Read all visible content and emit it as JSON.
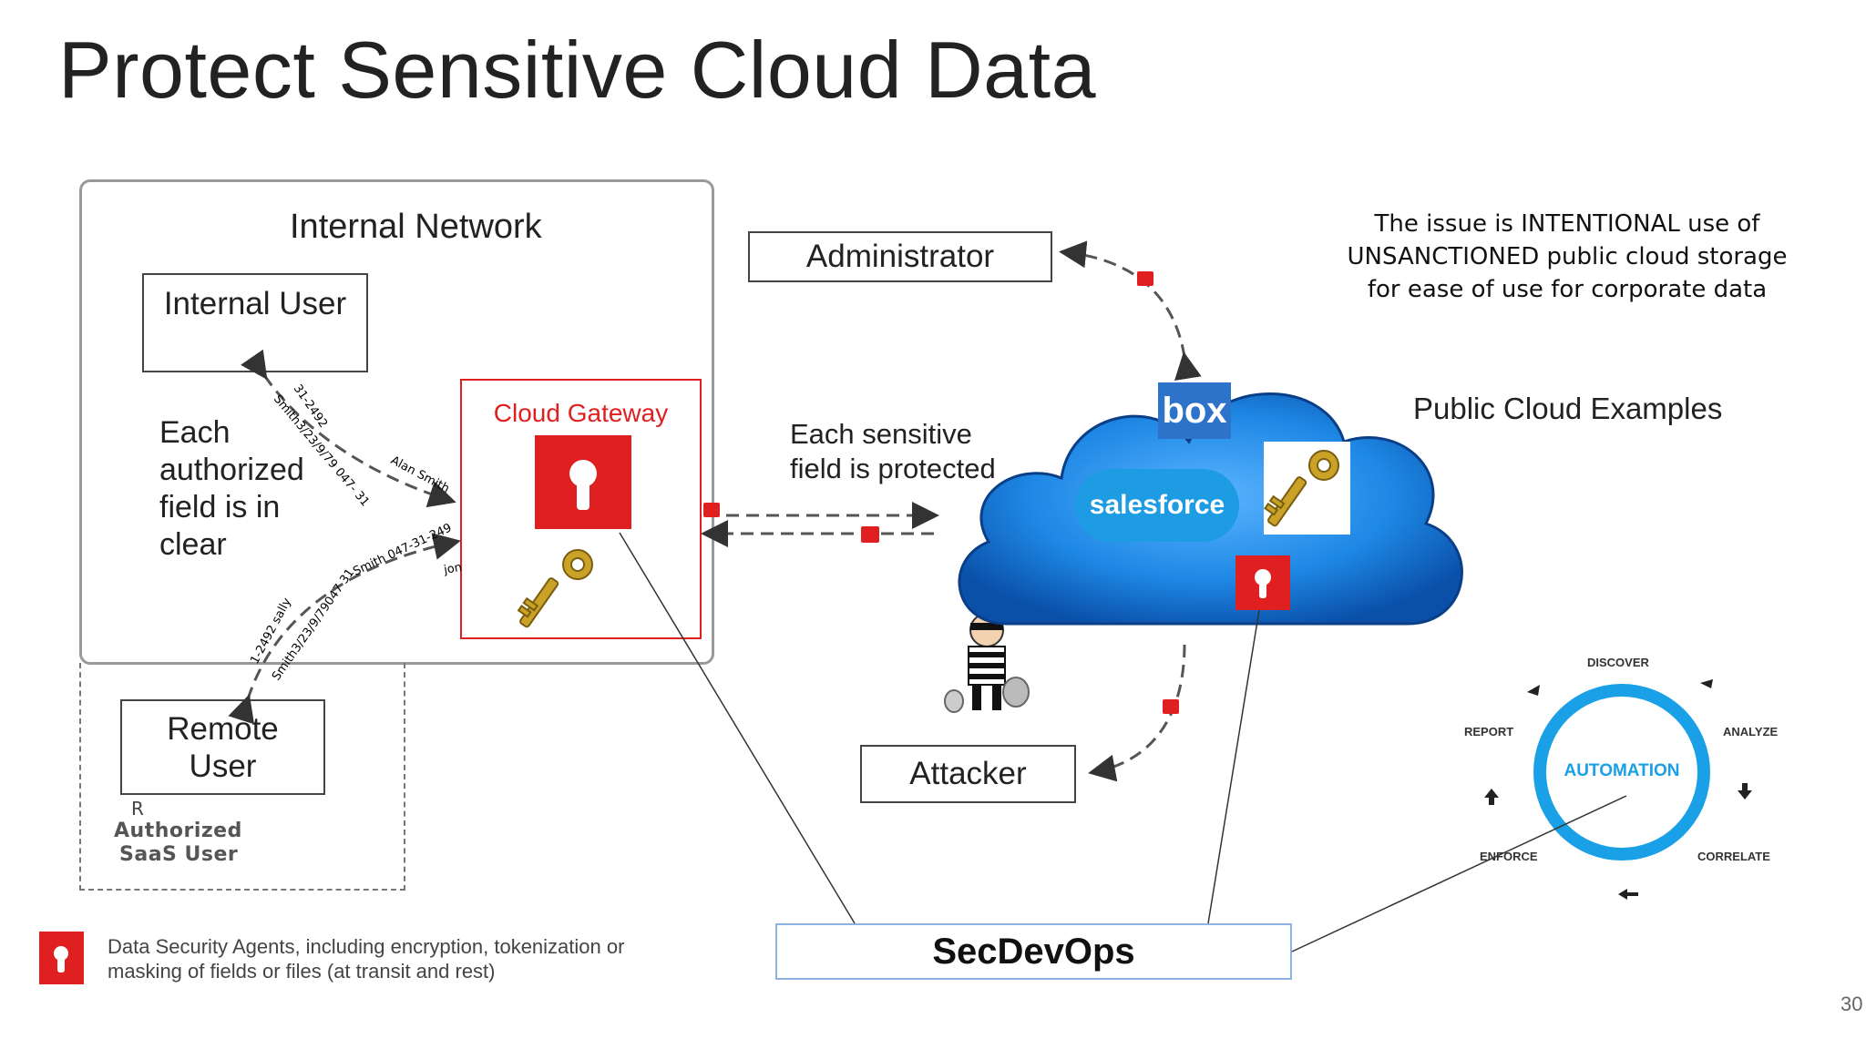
{
  "title": "Protect Sensitive Cloud Data",
  "internal_network": {
    "title": "Internal Network",
    "internal_user": "Internal User",
    "each_field_lines": [
      "Each",
      "authorized",
      "field is in",
      "clear"
    ]
  },
  "remote": {
    "label_lines": [
      "Remote",
      "User"
    ],
    "r_letter": "R",
    "saas_lines": [
      "Authorized",
      "SaaS User"
    ]
  },
  "gateway": {
    "label": "Cloud Gateway"
  },
  "administrator": "Administrator",
  "attacker": "Attacker",
  "sensitive_lines": [
    "Each sensitive",
    "field is protected"
  ],
  "issue_lines": [
    "The issue is INTENTIONAL use of",
    "UNSANCTIONED public cloud storage",
    "for ease of use for corporate data"
  ],
  "public_cloud_title": "Public Cloud Examples",
  "cloud_brands": {
    "box": "box",
    "salesforce": "salesforce"
  },
  "secdevops": "SecDevOps",
  "legend_lines": [
    "Data Security Agents,  including encryption, tokenization or",
    "masking of fields or files (at transit and rest)"
  ],
  "automation_cycle": {
    "center": "AUTOMATION",
    "steps": [
      "DISCOVER",
      "ANALYZE",
      "CORRELATE",
      "ENFORCE",
      "REPORT"
    ]
  },
  "data_streams": {
    "internal_1": "31-2492",
    "internal_2": "Smith3/23/9/79 047- 31",
    "internal_3": "Alan Smith",
    "remote_1": "1-2492 sally",
    "remote_2": "Smith3/23/9/79047 31",
    "remote_3": "Smith 047-31-249",
    "remote_4": "jon"
  },
  "page_number": "30",
  "colors": {
    "accent_red": "#e02020",
    "cloud_blue": "#1e88e5",
    "ring_blue": "#1aa0e6",
    "secdevops_border": "#8db3e2"
  }
}
